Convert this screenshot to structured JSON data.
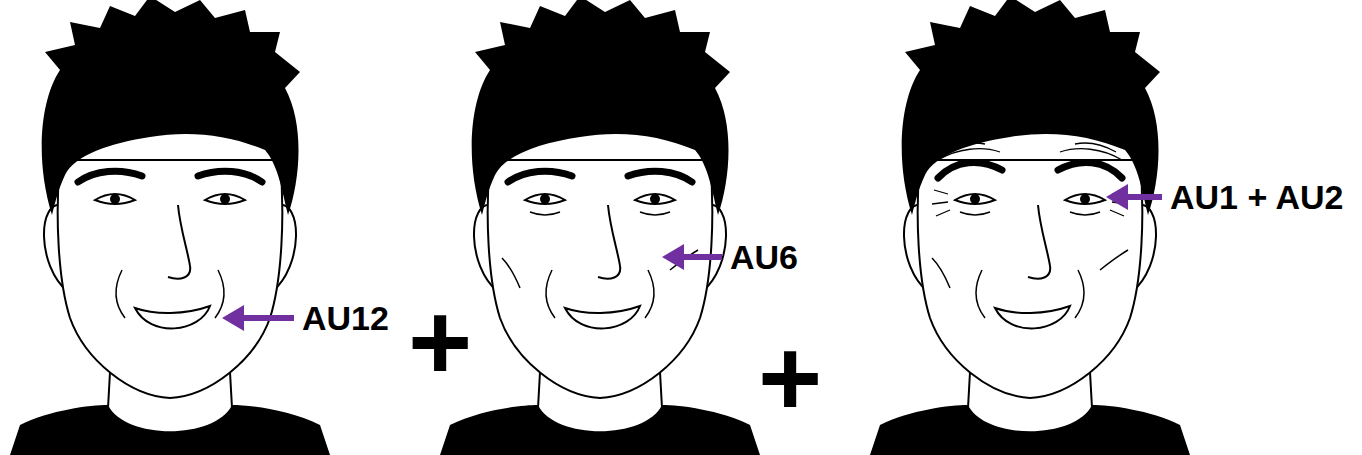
{
  "diagram": {
    "labels": [
      "AU12",
      "+",
      "AU6",
      "+",
      "AU1 + AU2"
    ]
  }
}
